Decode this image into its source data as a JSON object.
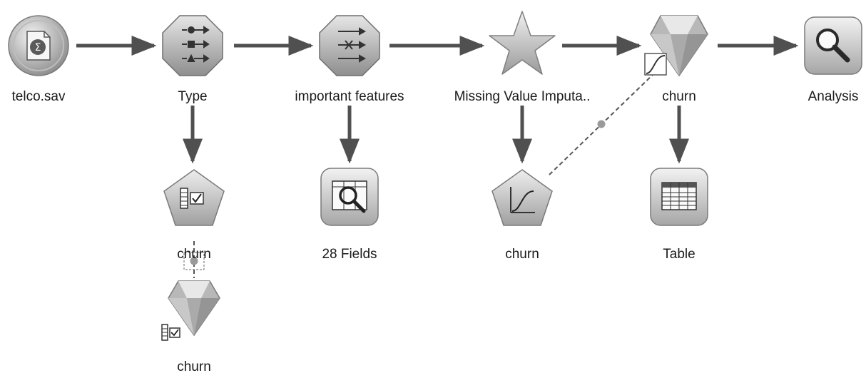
{
  "stream": {
    "nodes": [
      {
        "id": "source",
        "label": "telco.sav",
        "shape": "circle",
        "icon": "data-file-icon"
      },
      {
        "id": "type",
        "label": "Type",
        "shape": "hexagon",
        "icon": "type-arrows-icon"
      },
      {
        "id": "fs",
        "label": "important features",
        "shape": "hexagon",
        "icon": "filter-arrows-icon"
      },
      {
        "id": "mvi",
        "label": "Missing Value Imputa..",
        "shape": "star",
        "icon": "star-icon"
      },
      {
        "id": "churn-nugget-top",
        "label": "churn",
        "shape": "diamond",
        "icon": "model-nugget-icon"
      },
      {
        "id": "analysis",
        "label": "Analysis",
        "shape": "rounded-square",
        "icon": "magnifier-icon"
      },
      {
        "id": "churn-model-left",
        "label": "churn",
        "shape": "pentagon",
        "icon": "feature-selection-icon"
      },
      {
        "id": "fields",
        "label": "28 Fields",
        "shape": "rounded-square",
        "icon": "fields-magnifier-icon"
      },
      {
        "id": "churn-model-mid",
        "label": "churn",
        "shape": "pentagon",
        "icon": "logistic-curve-icon"
      },
      {
        "id": "table",
        "label": "Table",
        "shape": "rounded-square",
        "icon": "table-grid-icon"
      },
      {
        "id": "churn-nugget-bottom",
        "label": "churn",
        "shape": "diamond",
        "icon": "feature-selection-nugget-icon"
      }
    ],
    "links": [
      {
        "from": "source",
        "to": "type",
        "style": "solid"
      },
      {
        "from": "type",
        "to": "fs",
        "style": "solid"
      },
      {
        "from": "fs",
        "to": "mvi",
        "style": "solid"
      },
      {
        "from": "mvi",
        "to": "churn-nugget-top",
        "style": "solid"
      },
      {
        "from": "churn-nugget-top",
        "to": "analysis",
        "style": "solid"
      },
      {
        "from": "type",
        "to": "churn-model-left",
        "style": "solid"
      },
      {
        "from": "fs",
        "to": "fields",
        "style": "solid"
      },
      {
        "from": "mvi",
        "to": "churn-model-mid",
        "style": "solid"
      },
      {
        "from": "churn-nugget-top",
        "to": "table",
        "style": "solid"
      },
      {
        "from": "churn-model-mid",
        "to": "churn-nugget-top",
        "style": "dashed"
      },
      {
        "from": "churn-model-left",
        "to": "churn-nugget-bottom",
        "style": "dashed"
      }
    ]
  },
  "colors": {
    "link": "#505050",
    "node_light": "#ececec",
    "node_dark": "#8c8c8c",
    "node_stroke": "#6e6e6e",
    "label": "#1a1a1a"
  }
}
